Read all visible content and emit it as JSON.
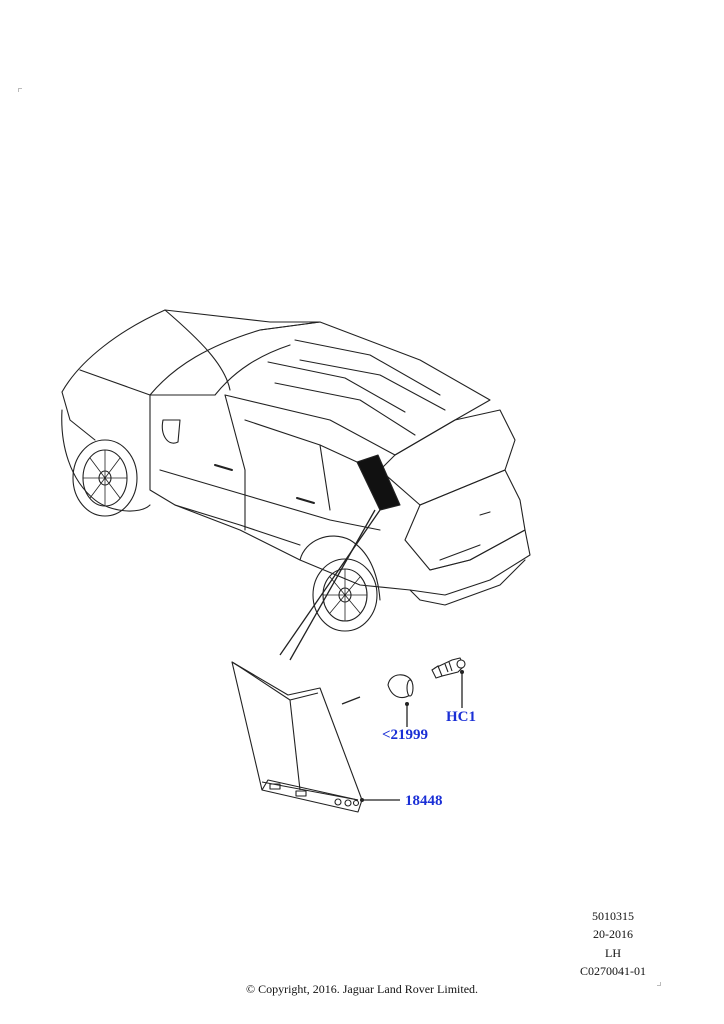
{
  "callouts": {
    "hc1": "HC1",
    "part_21999": "<21999",
    "part_18448": "18448"
  },
  "meta": {
    "code": "5010315",
    "date": "20-2016",
    "side": "LH",
    "illustration_id": "C0270041-01"
  },
  "copyright": "© Copyright, 2016. Jaguar Land Rover Limited.",
  "colors": {
    "callout": "#1a2fd6",
    "line": "#222222"
  }
}
